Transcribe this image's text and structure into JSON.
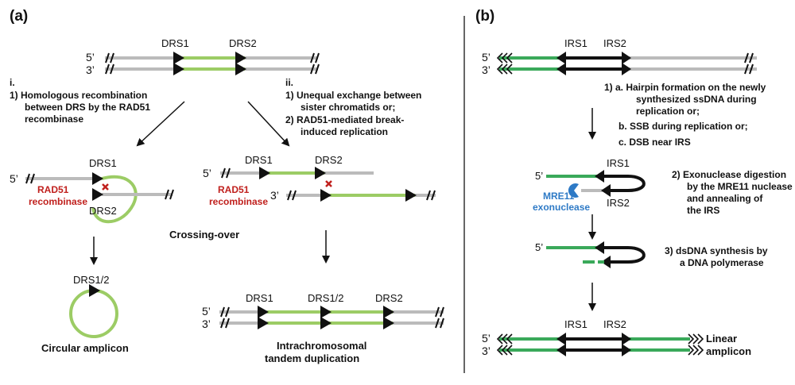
{
  "panel_a": {
    "label": "(a)",
    "top": {
      "drs1": "DRS1",
      "drs2": "DRS2",
      "five": "5’",
      "three": "3’"
    },
    "path_i": {
      "heading": "i.",
      "step1": [
        "1)  Homologous recombination",
        "between DRS by the RAD51",
        "recombinase"
      ]
    },
    "path_ii": {
      "heading": "ii.",
      "step1": [
        "1)  Unequal exchange between",
        "sister chromatids or;"
      ],
      "step2": [
        "2)  RAD51-mediated break-",
        "induced replication"
      ]
    },
    "loop": {
      "five": "5’",
      "drs1": "DRS1",
      "drs2": "DRS2",
      "enzyme": [
        "RAD51",
        "recombinase"
      ]
    },
    "exchange": {
      "five": "5’",
      "three": "3’",
      "drs1": "DRS1",
      "drs2": "DRS2",
      "enzyme": [
        "RAD51",
        "recombinase"
      ]
    },
    "crossing_over": "Crossing-over",
    "circle": {
      "label": "DRS1/2",
      "caption": "Circular amplicon"
    },
    "tandem": {
      "five": "5’",
      "three": "3’",
      "drs1": "DRS1",
      "drs12": "DRS1/2",
      "drs2": "DRS2",
      "caption": [
        "Intrachromosomal",
        "tandem duplication"
      ]
    }
  },
  "panel_b": {
    "label": "(b)",
    "top": {
      "irs1": "IRS1",
      "irs2": "IRS2",
      "five": "5’",
      "three": "3’"
    },
    "step1": {
      "a": [
        "1)  a.  Hairpin formation on the newly",
        "synthesized ssDNA during",
        "replication or;"
      ],
      "b": "b.  SSB during replication or;",
      "c": "c.  DSB near IRS"
    },
    "hairpin": {
      "five": "5’",
      "irs1": "IRS1",
      "irs2": "IRS2",
      "enzyme": [
        "MRE11",
        "exonuclease"
      ]
    },
    "step2": [
      "2)  Exonuclease digestion",
      "by the MRE11 nuclease",
      "and annealing of",
      "the IRS"
    ],
    "step3": {
      "five": "5’",
      "text": [
        "3)  dsDNA synthesis by",
        "a DNA polymerase"
      ]
    },
    "linear": {
      "five": "5’",
      "three": "3’",
      "irs1": "IRS1",
      "irs2": "IRS2",
      "caption": [
        "Linear",
        "amplicon"
      ]
    }
  },
  "colors": {
    "gray": "#bbbbbb",
    "light_green": "#9ccc65",
    "green": "#3aa95a",
    "red": "#c0201d",
    "blue": "#2e7ac6",
    "black": "#111111"
  }
}
